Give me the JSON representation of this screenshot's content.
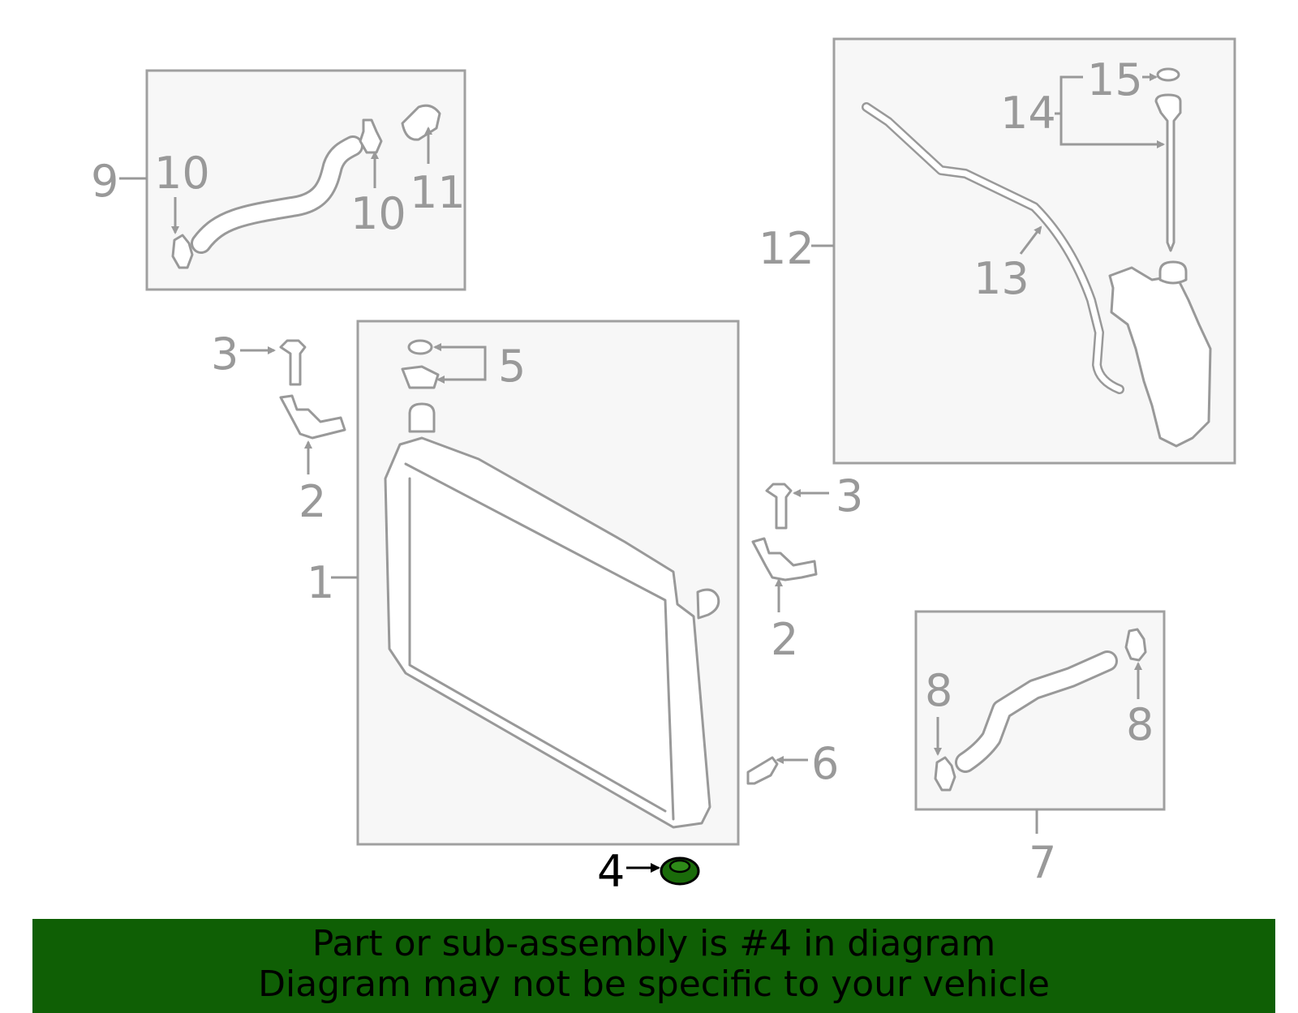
{
  "diagram": {
    "callouts": [
      "1",
      "2",
      "2",
      "3",
      "3",
      "4",
      "5",
      "6",
      "7",
      "8",
      "8",
      "9",
      "10",
      "10",
      "11",
      "12",
      "13",
      "14",
      "15"
    ],
    "highlight_color": "#1a6b0a",
    "banner_color": "#0f5f05"
  },
  "banner": {
    "line1": "Part or sub-assembly is #4 in diagram",
    "line2": "Diagram may not be specific to your vehicle"
  }
}
